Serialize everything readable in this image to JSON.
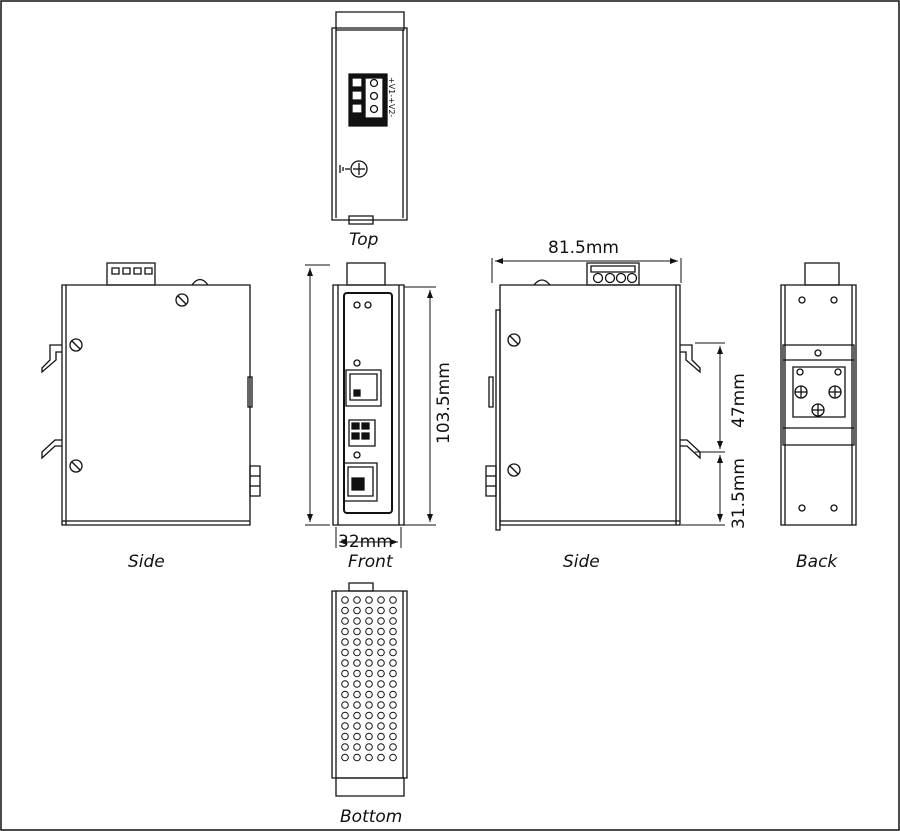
{
  "views": {
    "top": "Top",
    "side_left": "Side",
    "front": "Front",
    "side_right": "Side",
    "back": "Back",
    "bottom": "Bottom"
  },
  "dimensions": {
    "height": "103.5mm",
    "width": "32mm",
    "depth": "81.5mm",
    "rail_upper": "47mm",
    "rail_lower": "31.5mm"
  },
  "terminal_label": "+V1-+V2-",
  "colors": {
    "line": "#111111",
    "background": "#ffffff"
  }
}
